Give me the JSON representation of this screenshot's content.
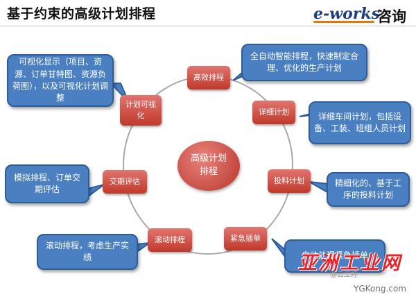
{
  "header": {
    "title": "基于约束的高级计划排程",
    "logo_text": "e-works",
    "logo_suffix": "咨询"
  },
  "center": {
    "label": "高级计划排程"
  },
  "nodes": [
    {
      "label": "高效排程"
    },
    {
      "label": "详细计划"
    },
    {
      "label": "投料计划"
    },
    {
      "label": "紧急插单"
    },
    {
      "label": "滚动排程"
    },
    {
      "label": "交期评估"
    },
    {
      "label": "计划可视化"
    }
  ],
  "callouts": [
    {
      "text": "全自动智能排程，快速制定合理、优化的生产计划"
    },
    {
      "text": "详细车间计划，包括设备、工装、班组人员计划"
    },
    {
      "text": "精细化的、基于工序的投料计划"
    },
    {
      "text": "自动处理紧急插单"
    },
    {
      "text": "滚动排程，考虑生产实绩"
    },
    {
      "text": "模拟排程、订单交期评估"
    },
    {
      "text": "可视化显示（项目、资源、订单甘特图、资源负荷图），以及可视化计划调整"
    }
  ],
  "watermark": {
    "main": "亚洲工业网",
    "sub": "@云工控",
    "site": "YGKong.com"
  },
  "colors": {
    "node_fill": "#c0392b",
    "callout_fill": "#4a7fc1",
    "ring": "#a9a9a9"
  }
}
